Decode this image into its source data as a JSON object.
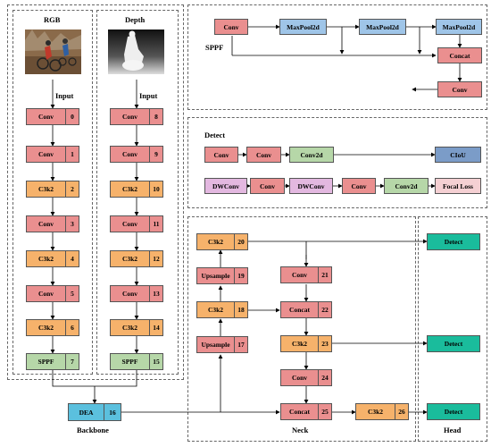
{
  "backbone": {
    "label": "Backbone",
    "rgb_title": "RGB",
    "depth_title": "Depth",
    "input_label": "Input",
    "rgb_blocks": [
      {
        "name": "Conv",
        "num": "0"
      },
      {
        "name": "Conv",
        "num": "1"
      },
      {
        "name": "C3k2",
        "num": "2"
      },
      {
        "name": "Conv",
        "num": "3"
      },
      {
        "name": "C3k2",
        "num": "4"
      },
      {
        "name": "Conv",
        "num": "5"
      },
      {
        "name": "C3k2",
        "num": "6"
      },
      {
        "name": "SPPF",
        "num": "7"
      }
    ],
    "depth_blocks": [
      {
        "name": "Conv",
        "num": "8"
      },
      {
        "name": "Conv",
        "num": "9"
      },
      {
        "name": "C3k2",
        "num": "10"
      },
      {
        "name": "Conv",
        "num": "11"
      },
      {
        "name": "C3k2",
        "num": "12"
      },
      {
        "name": "Conv",
        "num": "13"
      },
      {
        "name": "C3k2",
        "num": "14"
      },
      {
        "name": "SPPF",
        "num": "15"
      }
    ],
    "dea": {
      "name": "DEA",
      "num": "16"
    }
  },
  "sppf": {
    "label": "SPPF",
    "conv": "Conv",
    "maxpool": "MaxPool2d",
    "concat": "Concat",
    "out_conv": "Conv"
  },
  "detect": {
    "label": "Detect",
    "row1": [
      "Conv",
      "Conv",
      "Conv2d",
      "CIoU"
    ],
    "row2": [
      "DWConv",
      "Conv",
      "DWConv",
      "Conv",
      "Conv2d",
      "Focal Loss"
    ]
  },
  "neck": {
    "label": "Neck",
    "blocks": {
      "c3k2_20": {
        "name": "C3k2",
        "num": "20"
      },
      "ups_19": {
        "name": "Upsample",
        "num": "19"
      },
      "c3k2_18": {
        "name": "C3k2",
        "num": "18"
      },
      "ups_17": {
        "name": "Upsample",
        "num": "17"
      },
      "conv_21": {
        "name": "Conv",
        "num": "21"
      },
      "concat_22": {
        "name": "Concat",
        "num": "22"
      },
      "c3k2_23": {
        "name": "C3k2",
        "num": "23"
      },
      "conv_24": {
        "name": "Conv",
        "num": "24"
      },
      "concat_25": {
        "name": "Concat",
        "num": "25"
      },
      "c3k2_26": {
        "name": "C3k2",
        "num": "26"
      }
    }
  },
  "head": {
    "label": "Head",
    "detect_label": "Detect"
  },
  "colors": {
    "conv": "#ea8f8f",
    "c3k2": "#f6b26b",
    "sppf": "#b6d7a8",
    "detect": "#1abc9c",
    "dea": "#5bc0de",
    "maxpool": "#9fc5e8",
    "ciou": "#7b9cc8",
    "dwconv": "#e3b8e0",
    "focal": "#f5d0d3"
  }
}
